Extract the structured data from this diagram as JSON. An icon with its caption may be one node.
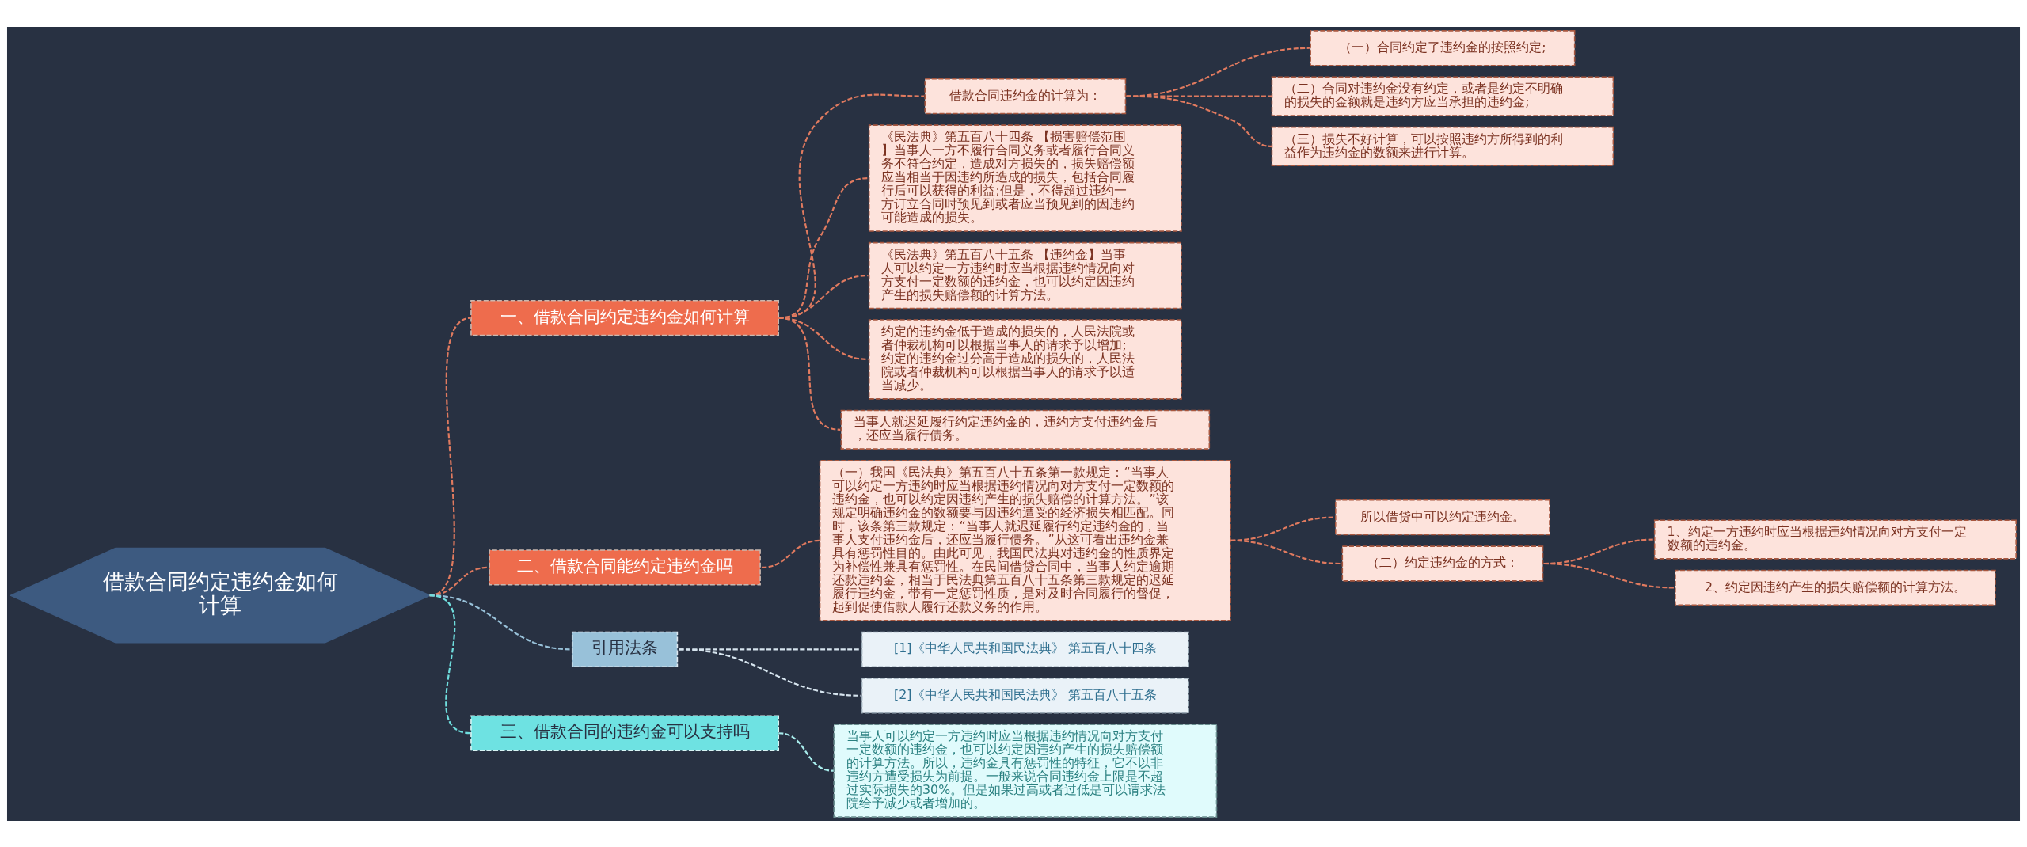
{
  "diagram": {
    "nodes": [
      {
        "text": [
          "借款合同约定违约金如何计算"
        ]
      },
      {
        "text": [
          "一、借款合同约定违约金如何计算"
        ]
      },
      {
        "text": [
          "借款合同违约金的计算为："
        ]
      },
      {
        "text": [
          "（一）合同约定了违约金的按照约定;"
        ]
      },
      {
        "text": [
          "（二）合同对违约金没有约定，或者是约定不明确的损失的金额就是违约方应当承担的违约金;"
        ]
      },
      {
        "text": [
          "（三）损失不好计算，可以按照违约方所得到的利益作为违约金的数额来进行计算。"
        ]
      },
      {
        "text": [
          "《民法典》第五百八十四条 【损害赔偿范围】当事人一方不履行合同义务或者履行合同义务不符合约定，造成对方损失的，损失赔偿额应当相当于因违约所造成的损失，包括合同履行后可以获得的利益;但是，不得超过违约一方订立合同时预见到或者应当预见到的因违约可能造成的损失。"
        ]
      },
      {
        "text": [
          "《民法典》第五百八十五条 【违约金】当事人可以约定一方违约时应当根据违约情况向对方支付一定数额的违约金，也可以约定因违约产生的损失赔偿额的计算方法。"
        ]
      },
      {
        "text": [
          "约定的违约金低于造成的损失的，人民法院或者仲裁机构可以根据当事人的请求予以增加;约定的违约金过分高于造成的损失的，人民法院或者仲裁机构可以根据当事人的请求予以适当减少。"
        ]
      },
      {
        "text": [
          "当事人就迟延履行约定违约金的，违约方支付违约金后，还应当履行债务。"
        ]
      },
      {
        "text": [
          "二、借款合同能约定违约金吗"
        ]
      },
      {
        "text": [
          "（一）我国《民法典》第五百八十五条第一款规定：“当事人可以约定一方违约时应当根据违约情况向对方支付一定数额的违约金，也可以约定因违约产生的损失赔偿的计算方法。”该规定明确违约金的数额要与因违约遭受的经济损失相匹配。同时，该条第三款规定：“当事人就迟延履行约定违约金的，当事人支付违约金后，还应当履行债务。”从这可看出违约金兼具有惩罚性目的。由此可见，我国民法典对违约金的性质界定为补偿性兼具有惩罚性。在民间借贷合同中，当事人约定逾期还款违约金，相当于民法典第五百八十五条第三款规定的迟延履行违约金，带有一定惩罚性质，是对及时合同履行的督促，起到促使借款人履行还款义务的作用。"
        ]
      },
      {
        "text": [
          "所以借贷中可以约定违约金。"
        ]
      },
      {
        "text": [
          "（二）约定违约金的方式："
        ]
      },
      {
        "text": [
          "1、约定一方违约时应当根据违约情况向对方支付一定数额的违约金。"
        ]
      },
      {
        "text": [
          "2、约定因违约产生的损失赔偿额的计算方法。"
        ]
      },
      {
        "text": [
          "引用法条"
        ]
      },
      {
        "text": [
          "[1]《中华人民共和国民法典》 第五百八十四条"
        ]
      },
      {
        "text": [
          "[2]《中华人民共和国民法典》 第五百八十五条"
        ]
      },
      {
        "text": [
          "三、借款合同的违约金可以支持吗"
        ]
      },
      {
        "text": [
          "当事人可以约定一方违约时应当根据违约情况向对方支付一定数额的违约金，也可以约定因违约产生的损失赔偿额的计算方法。所以，违约金具有惩罚性的特征，它不以非违约方遭受损失为前提。一般来说合同违约金上限是不超过实际损失的30%。但是如果过高或者过低是可以请求法院给予减少或者增加的。"
        ]
      }
    ],
    "edges": [
      {
        "from": 0,
        "to": 1,
        "arrow": "none"
      },
      {
        "from": 1,
        "to": 2,
        "arrow": "none"
      },
      {
        "from": 2,
        "to": 3,
        "arrow": "none"
      },
      {
        "from": 2,
        "to": 4,
        "arrow": "none"
      },
      {
        "from": 2,
        "to": 5,
        "arrow": "none"
      },
      {
        "from": 1,
        "to": 6,
        "arrow": "none"
      },
      {
        "from": 1,
        "to": 7,
        "arrow": "none"
      },
      {
        "from": 1,
        "to": 8,
        "arrow": "none"
      },
      {
        "from": 1,
        "to": 9,
        "arrow": "none"
      },
      {
        "from": 0,
        "to": 10,
        "arrow": "none"
      },
      {
        "from": 10,
        "to": 11,
        "arrow": "none"
      },
      {
        "from": 11,
        "to": 12,
        "arrow": "none"
      },
      {
        "from": 11,
        "to": 13,
        "arrow": "none"
      },
      {
        "from": 13,
        "to": 14,
        "arrow": "none"
      },
      {
        "from": 13,
        "to": 15,
        "arrow": "none"
      },
      {
        "from": 0,
        "to": 16,
        "arrow": "none",
        "color": "#98c1d9"
      },
      {
        "from": 16,
        "to": 17,
        "arrow": "none",
        "color": "#d6e4ee"
      },
      {
        "from": 16,
        "to": 18,
        "arrow": "none",
        "color": "#d6e4ee"
      },
      {
        "from": 0,
        "to": 19,
        "arrow": "none",
        "color": "#6fdede"
      },
      {
        "from": 19,
        "to": 20,
        "arrow": "none",
        "color": "#a8ecec"
      }
    ]
  }
}
